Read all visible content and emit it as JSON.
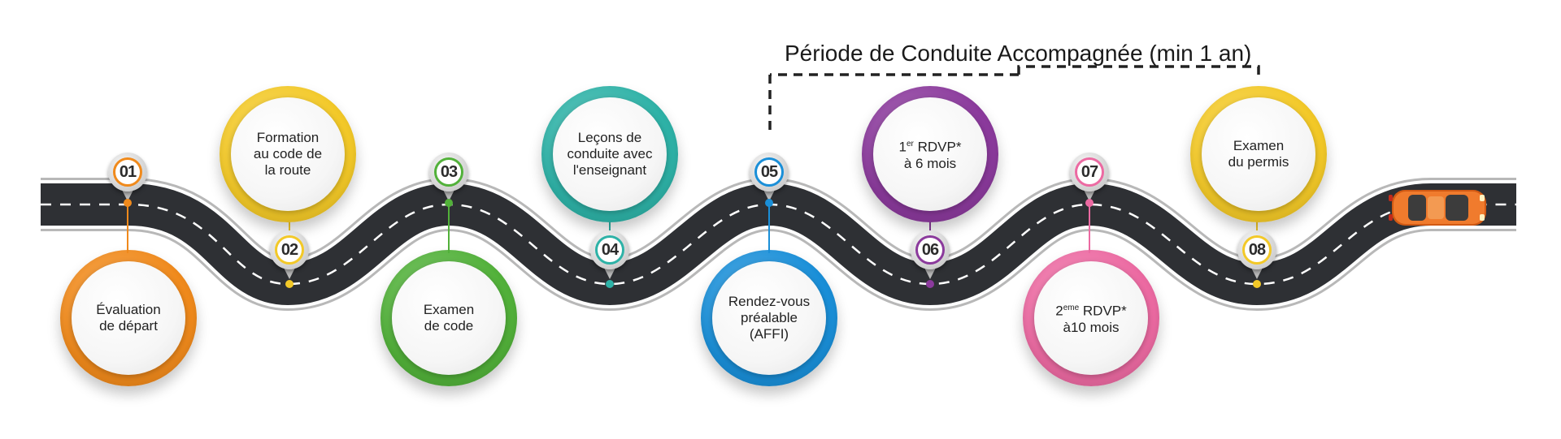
{
  "bracket": {
    "label": "Période de Conduite Accompagnée (min 1 an)"
  },
  "steps": [
    {
      "number": "01",
      "color": "#f08a1c",
      "lines": [
        "Évaluation",
        "de départ"
      ]
    },
    {
      "number": "02",
      "color": "#f3c928",
      "lines": [
        "Formation",
        "au code de",
        "la route"
      ]
    },
    {
      "number": "03",
      "color": "#52b13a",
      "lines": [
        "Examen",
        "de code"
      ]
    },
    {
      "number": "04",
      "color": "#2eb2a7",
      "lines": [
        "Leçons de",
        "conduite avec",
        "l'enseignant"
      ]
    },
    {
      "number": "05",
      "color": "#1a8fd8",
      "lines": [
        "Rendez-vous",
        "préalable",
        "(AFFI)"
      ]
    },
    {
      "number": "06",
      "color": "#8b3a9c",
      "lines": [
        "1er RDVP*",
        "à 6 mois"
      ]
    },
    {
      "number": "07",
      "color": "#ec6aa2",
      "lines": [
        "2eme RDVP*",
        "à10 mois"
      ]
    },
    {
      "number": "08",
      "color": "#f3c928",
      "lines": [
        "Examen",
        "du permis"
      ]
    }
  ],
  "car": {
    "icon": "car-icon",
    "color": "#f07b2d"
  }
}
